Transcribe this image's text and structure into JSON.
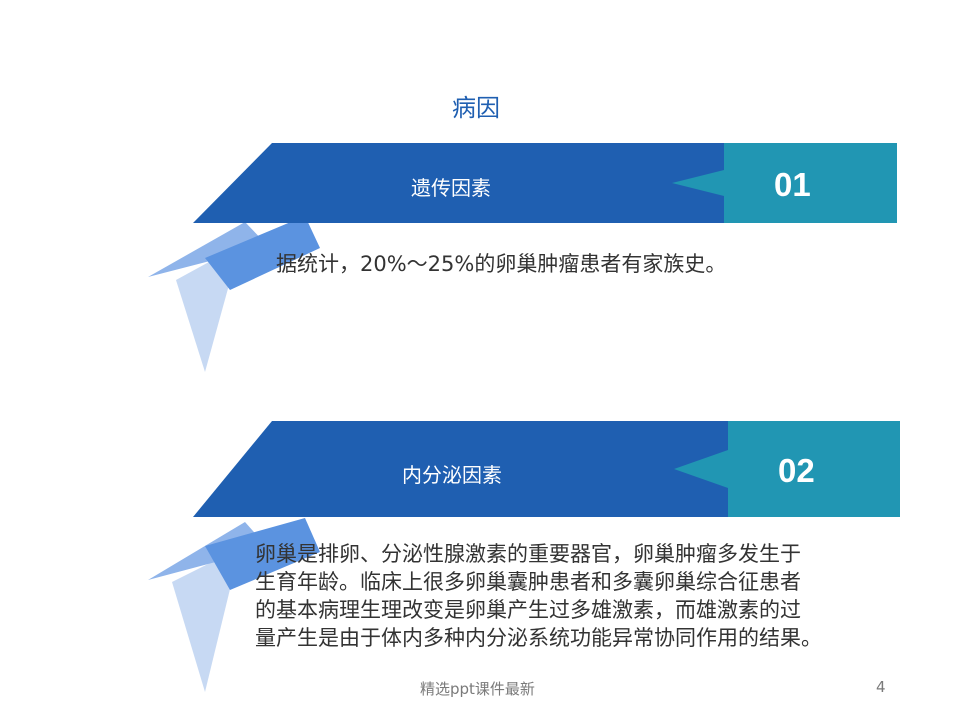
{
  "slide": {
    "title": "病因",
    "sections": [
      {
        "heading": "遗传因素",
        "number": "01",
        "text": "据统计，20%～25%的卵巢肿瘤患者有家族史。"
      },
      {
        "heading": "内分泌因素",
        "number": "02",
        "lines": [
          "卵巢是排卵、分泌性腺激素的重要器官，卵巢肿瘤多发生于",
          "生育年龄。临床上很多卵巢囊肿患者和多囊卵巢综合征患者",
          "的基本病理生理改变是卵巢产生过多雄激素，而雄激素的过",
          "量产生是由于体内多种内分泌系统功能异常协同作用的结果。"
        ]
      }
    ]
  },
  "footer": {
    "caption": "精选ppt课件最新",
    "page_number": "4"
  },
  "colors": {
    "banner_blue": "#1f5fb1",
    "number_teal": "#2196b3",
    "ribbon_mid": "#5b93e0",
    "ribbon_light": "#8fb4ea",
    "ribbon_pale": "#c7d9f3"
  }
}
